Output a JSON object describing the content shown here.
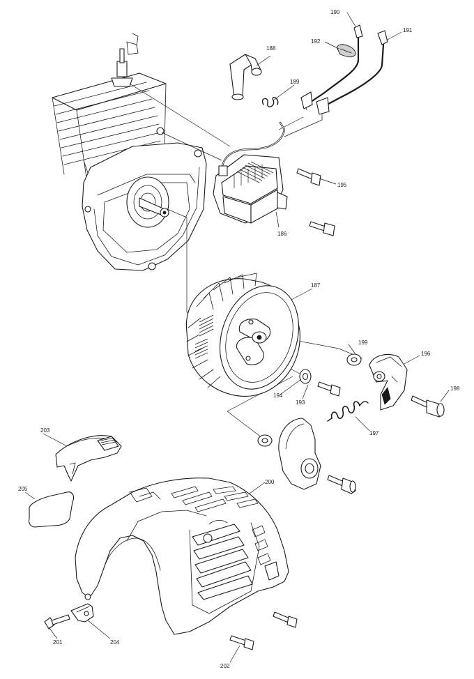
{
  "labels": {
    "p186": "186",
    "p187": "187",
    "p188": "188",
    "p189": "189",
    "p190": "190",
    "p191": "191",
    "p192": "192",
    "p193": "193",
    "p194": "194",
    "p195": "195",
    "p196": "196",
    "p197": "197",
    "p198": "198",
    "p199": "199",
    "p200": "200",
    "p201": "201",
    "p202": "202",
    "p203": "203",
    "p204": "204",
    "p205": "205"
  }
}
